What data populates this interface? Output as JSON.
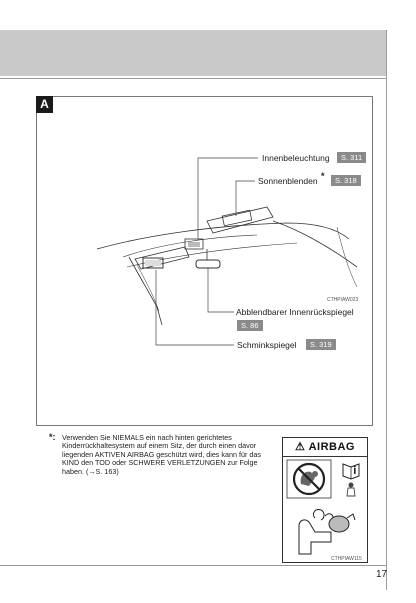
{
  "figure": {
    "letter": "A",
    "image_code": "CTHPIAW023",
    "callouts": {
      "interior_lights": {
        "label": "Innenbeleuchtung",
        "ref": "S. 311"
      },
      "sun_visors": {
        "label": "Sonnenblenden",
        "star": "*",
        "ref": "S. 318"
      },
      "mirror": {
        "label": "Abblendbarer Innenrückspiegel",
        "ref": "S. 86"
      },
      "vanity_mirrors": {
        "label": "Schminkspiegel",
        "ref": "S. 319"
      }
    }
  },
  "footnote": {
    "star": "*:",
    "text": "Verwenden Sie NIEMALS ein nach hinten gerichtetes Kinderrückhaltesystem auf einem Sitz, der durch einen davor liegenden AKTIVEN AIRBAG geschützt wird, dies kann für das KIND den TOD oder SCHWERE VERLETZUNGEN zur Folge haben. (→S. 163)"
  },
  "airbag_label": {
    "title": "AIRBAG",
    "image_code": "CTHPIAW115"
  },
  "page_number": "17"
}
